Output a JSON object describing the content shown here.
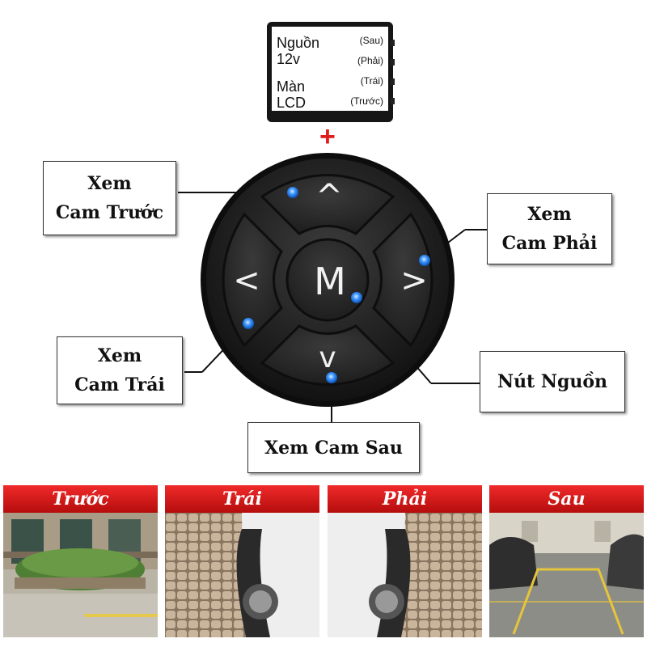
{
  "control_box": {
    "left_lines": [
      "Nguồn",
      "12v",
      "Màn",
      "LCD"
    ],
    "right_lines": [
      "(Sau)",
      "(Phải)",
      "(Trái)",
      "(Trước)"
    ]
  },
  "plus_sign": "+",
  "remote": {
    "buttons": {
      "up": "^",
      "left": "<",
      "center": "M",
      "right": ">",
      "down": "v"
    }
  },
  "callouts": {
    "front": [
      "Xem",
      "Cam Trước"
    ],
    "right": [
      "Xem",
      "Cam Phải"
    ],
    "left": [
      "Xem",
      "Cam Trái"
    ],
    "power": "Nút Nguồn",
    "rear": "Xem Cam Sau"
  },
  "panels": [
    "Trước",
    "Trái",
    "Phải",
    "Sau"
  ],
  "colors": {
    "accent_red": "#d41414",
    "led_blue": "#2f8cff",
    "remote_dark": "#2a2a2a"
  }
}
